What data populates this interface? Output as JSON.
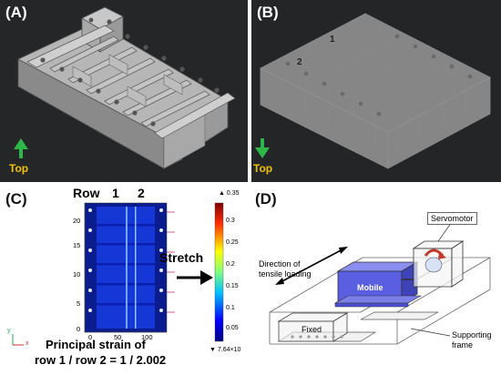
{
  "panels": {
    "a": {
      "label": "(A)",
      "orientation_label": "Top",
      "arrow_direction": "up"
    },
    "b": {
      "label": "(B)",
      "orientation_label": "Top",
      "arrow_direction": "down",
      "row_markers": [
        "1",
        "2"
      ]
    },
    "c": {
      "label": "(C)",
      "row_header": "Row",
      "row_numbers": [
        "1",
        "2"
      ],
      "y_ticks": [
        "20",
        "15",
        "10",
        "5",
        "0"
      ],
      "x_ticks": [
        "0",
        "50",
        "100"
      ],
      "colorbar_ticks": [
        "0.3",
        "0.25",
        "0.2",
        "0.15",
        "0.1",
        "0.05"
      ],
      "colorbar_max": "▲ 0.35",
      "colorbar_min": "▼ 7.64×10",
      "stretch_label": "Stretch",
      "caption_line1": "Principal strain of",
      "caption_line2": "row 1 / row 2 = 1 / 2.002",
      "axis_y": "y",
      "axis_x": "x"
    },
    "d": {
      "label": "(D)",
      "servomotor": "Servomotor",
      "direction_line1": "Direction of",
      "direction_line2": "tensile loading",
      "mobile": "Mobile",
      "fixed": "Fixed",
      "supporting_line1": "Supporting",
      "supporting_line2": "frame"
    }
  },
  "colors": {
    "arrow_green": "#2fb64a",
    "top_label": "#f2c200",
    "mobile_block": "#5a5ee0",
    "strain_blue": "#0a1fb0"
  }
}
